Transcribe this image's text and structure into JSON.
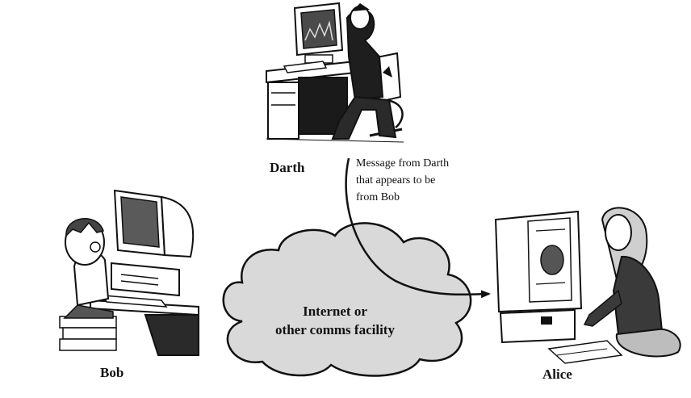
{
  "actors": {
    "darth": {
      "label": "Darth"
    },
    "bob": {
      "label": "Bob"
    },
    "alice": {
      "label": "Alice"
    }
  },
  "message_note": {
    "line1": "Message from Darth",
    "line2": "that appears to be",
    "line3": "from Bob"
  },
  "network": {
    "line1": "Internet or",
    "line2": "other comms facility"
  },
  "colors": {
    "ink": "#111111",
    "cloud_fill": "#d9d9d9",
    "dark_fill": "#222222",
    "screen_fill": "#6e6e6e",
    "paper": "#ffffff"
  },
  "icons": [
    "darth-at-desk-illustration",
    "bob-at-computer-illustration",
    "alice-at-computer-illustration",
    "cloud-network",
    "message-arrow"
  ]
}
